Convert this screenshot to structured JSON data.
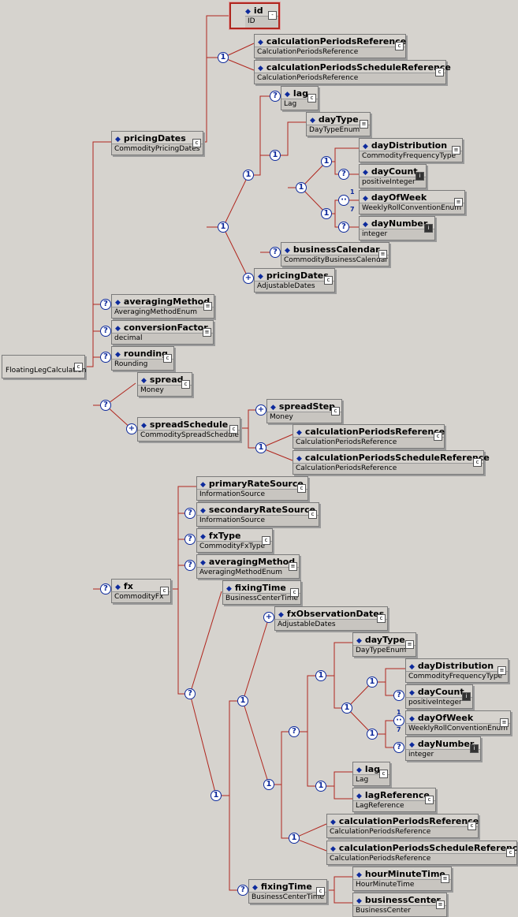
{
  "root": {
    "name": "FloatingLegCalculation",
    "tag": "c"
  },
  "nodes": {
    "id": {
      "name": "id",
      "type": "ID",
      "tag": "-"
    },
    "calcRef1": {
      "name": "calculationPeriodsReference",
      "type": "CalculationPeriodsReference",
      "tag": "c"
    },
    "calcSched1": {
      "name": "calculationPeriodsScheduleReference",
      "type": "CalculationPeriodsReference",
      "tag": "c"
    },
    "lag1": {
      "name": "lag",
      "type": "Lag",
      "tag": "c"
    },
    "dayType1": {
      "name": "dayType",
      "type": "DayTypeEnum",
      "tag": "≡"
    },
    "dayDist1": {
      "name": "dayDistribution",
      "type": "CommodityFrequencyType",
      "tag": "≡"
    },
    "dayCount1": {
      "name": "dayCount",
      "type": "positiveInteger",
      "tag": "i"
    },
    "dayOfWeek1": {
      "name": "dayOfWeek",
      "type": "WeeklyRollConventionEnum",
      "tag": "≡"
    },
    "dayNumber1": {
      "name": "dayNumber",
      "type": "integer",
      "tag": "i"
    },
    "busCal1": {
      "name": "businessCalendar",
      "type": "CommodityBusinessCalendar",
      "tag": "≡"
    },
    "pricingDates2": {
      "name": "pricingDates",
      "type": "AdjustableDates",
      "tag": "c"
    },
    "pricingDates": {
      "name": "pricingDates",
      "type": "CommodityPricingDates",
      "tag": "c"
    },
    "averagingMethod": {
      "name": "averagingMethod",
      "type": "AveragingMethodEnum",
      "tag": "≡"
    },
    "conversionFactor": {
      "name": "conversionFactor",
      "type": "decimal",
      "tag": "≡"
    },
    "rounding": {
      "name": "rounding",
      "type": "Rounding",
      "tag": "c"
    },
    "spread": {
      "name": "spread",
      "type": "Money",
      "tag": "c"
    },
    "spreadSchedule": {
      "name": "spreadSchedule",
      "type": "CommoditySpreadSchedule",
      "tag": "c"
    },
    "spreadStep": {
      "name": "spreadStep",
      "type": "Money",
      "tag": "c"
    },
    "calcRef2": {
      "name": "calculationPeriodsReference",
      "type": "CalculationPeriodsReference",
      "tag": "c"
    },
    "calcSched2": {
      "name": "calculationPeriodsScheduleReference",
      "type": "CalculationPeriodsReference",
      "tag": "c"
    },
    "primaryRate": {
      "name": "primaryRateSource",
      "type": "InformationSource",
      "tag": "c"
    },
    "secondaryRate": {
      "name": "secondaryRateSource",
      "type": "InformationSource",
      "tag": "c"
    },
    "fxType": {
      "name": "fxType",
      "type": "CommodityFxType",
      "tag": "c"
    },
    "avgMethod2": {
      "name": "averagingMethod",
      "type": "AveragingMethodEnum",
      "tag": "≡"
    },
    "fx": {
      "name": "fx",
      "type": "CommodityFx",
      "tag": "c"
    },
    "fixingTime1": {
      "name": "fixingTime",
      "type": "BusinessCenterTime",
      "tag": "c"
    },
    "fxObs": {
      "name": "fxObservationDates",
      "type": "AdjustableDates",
      "tag": "c"
    },
    "dayType2": {
      "name": "dayType",
      "type": "DayTypeEnum",
      "tag": "≡"
    },
    "dayDist2": {
      "name": "dayDistribution",
      "type": "CommodityFrequencyType",
      "tag": "≡"
    },
    "dayCount2": {
      "name": "dayCount",
      "type": "positiveInteger",
      "tag": "i"
    },
    "dayOfWeek2": {
      "name": "dayOfWeek",
      "type": "WeeklyRollConventionEnum",
      "tag": "≡"
    },
    "dayNumber2": {
      "name": "dayNumber",
      "type": "integer",
      "tag": "i"
    },
    "lag2": {
      "name": "lag",
      "type": "Lag",
      "tag": "c"
    },
    "lagRef": {
      "name": "lagReference",
      "type": "LagReference",
      "tag": "c"
    },
    "calcRef3": {
      "name": "calculationPeriodsReference",
      "type": "CalculationPeriodsReference",
      "tag": "c"
    },
    "calcSched3": {
      "name": "calculationPeriodsScheduleReference",
      "type": "CalculationPeriodsReference",
      "tag": "c"
    },
    "fixingTime2": {
      "name": "fixingTime",
      "type": "BusinessCenterTime",
      "tag": "c"
    },
    "hourMinute": {
      "name": "hourMinuteTime",
      "type": "HourMinuteTime",
      "tag": "≡"
    },
    "busCenter": {
      "name": "businessCenter",
      "type": "BusinessCenter",
      "tag": "≡"
    }
  },
  "compositors": {
    "one": "1",
    "optional": "?",
    "many": "+"
  },
  "cardinality": {
    "min": "1",
    "max": "7"
  },
  "colors": {
    "line": "#b0261e",
    "compositor": "#0d2a9c",
    "background": "#d6d3ce"
  }
}
